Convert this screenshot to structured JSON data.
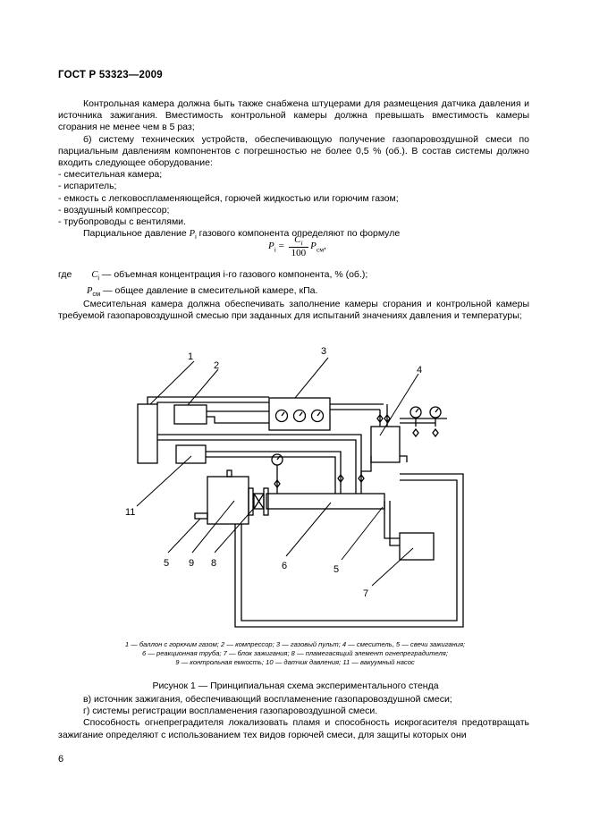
{
  "header": "ГОСТ Р 53323—2009",
  "intro": {
    "p1": "Контрольная камера должна быть также снабжена штуцерами для размещения датчика давления и источника зажигания. Вместимость контрольной камеры должна превышать вместимость камеры сгорания не менее чем в 5 раз;",
    "p2": "б) систему технических устройств, обеспечивающую получение газопаровоздушной смеси по парциальным давлениям компонентов с погрешностью не более 0,5 % (об.). В состав системы должно входить следующее оборудование:",
    "items": [
      "- смесительная камера;",
      "- испаритель;",
      "- емкость с легковоспламеняющейся, горючей жидкостью или горючим газом;",
      "- воздушный компрессор;",
      "- трубопроводы с вентилями."
    ],
    "p3_before": "Парциальное давление ",
    "p3_sym": "P",
    "p3_sub": "i",
    "p3_after": " газового компонента определяют по формуле"
  },
  "formula": {
    "lhs": "P",
    "lhs_sub": "i",
    "eq": " = ",
    "num": "C",
    "num_sub": "i",
    "den": "100",
    "rhs": "P",
    "rhs_sub": "см",
    "end": ","
  },
  "where": {
    "label": "где",
    "line1_sym": "C",
    "line1_sub": "i",
    "line1_text": " — объемная концентрация i-го газового компонента, % (об.);",
    "line2_sym": "P",
    "line2_sub": "см",
    "line2_text": " — общее давление в смесительной камере, кПа."
  },
  "p4": "Смесительная камера должна обеспечивать заполнение камеры сгорания и контрольной камеры требуемой газопаровоздушной смесью при заданных для испытаний значениях давления и температуры;",
  "diagram_labels": [
    "1",
    "2",
    "3",
    "4",
    "11",
    "5",
    "9",
    "8",
    "6",
    "5",
    "7"
  ],
  "caption": {
    "line1": "1 — баллон с горючим газом; 2 — компрессор; 3 — газовый пульт; 4 — смеситель, 5 — свечи зажигания;",
    "line2": "6 — реакционная труба; 7 — блок зажигания; 8 — пламегасящий элемент огнепреградителя;",
    "line3": "9 — контрольная емкость; 10 — датчик давления; 11 — вакуумный насос"
  },
  "figure_title": "Рисунок 1 — Принципиальная схема экспериментального стенда",
  "outro": {
    "p1": "в) источник зажигания, обеспечивающий воспламенение газопаровоздушной смеси;",
    "p2": "г) системы регистрации воспламенения газопаровоздушной смеси.",
    "p3": "Способность огнепреградителя локализовать пламя и способность искрогасителя предотвращать зажигание определяют с использованием тех видов горючей смеси, для защиты которых они"
  },
  "page_number": "6"
}
